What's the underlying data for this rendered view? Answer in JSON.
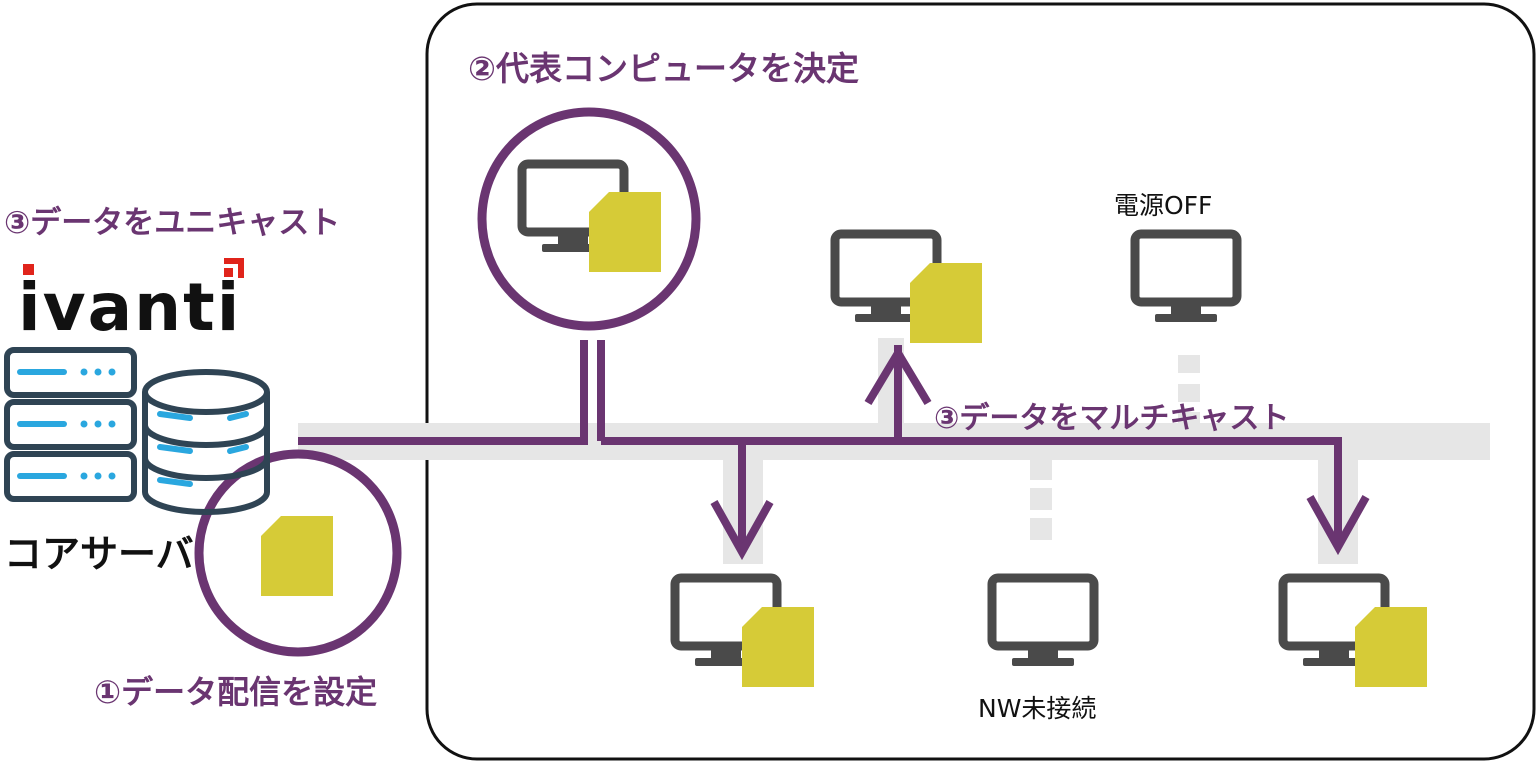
{
  "labels": {
    "step_representative": "②代表コンピュータを決定",
    "step_unicast": "③データをユニキャスト",
    "step_multicast": "③データをマルチキャスト",
    "step_distribution": "①データ配信を設定",
    "power_off": "電源OFF",
    "nw_disconnected": "NW未接続",
    "core_server": "コアサーバ"
  },
  "brand": {
    "name": "ivanti",
    "accent_color": "#e0241b"
  },
  "colors": {
    "purple": "#6a3571",
    "monitor": "#4a4a4a",
    "data_file": "#d6cb37",
    "network_bar": "#e6e6e6",
    "server_accent": "#2aa7df",
    "server_body": "#2f4454"
  },
  "icons": [
    "server-rack-icon",
    "database-icon",
    "monitor-icon",
    "data-file-icon",
    "arrow-icon"
  ]
}
